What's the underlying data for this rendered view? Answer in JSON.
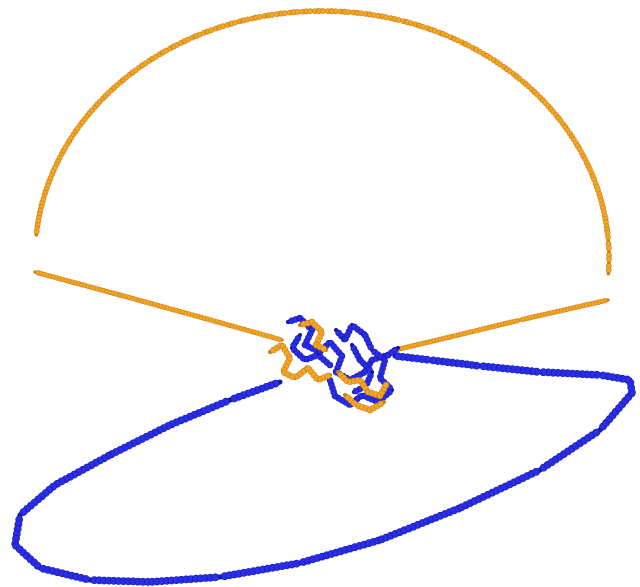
{
  "scene": {
    "subject": "two-chain-molecular-structure",
    "background_color": "#ffffff",
    "chains": [
      {
        "id": "chain-orange",
        "color": "#f5a623",
        "shade": "#c9801a"
      },
      {
        "id": "chain-blue",
        "color": "#2a2ee8",
        "shade": "#1418a8"
      }
    ]
  }
}
